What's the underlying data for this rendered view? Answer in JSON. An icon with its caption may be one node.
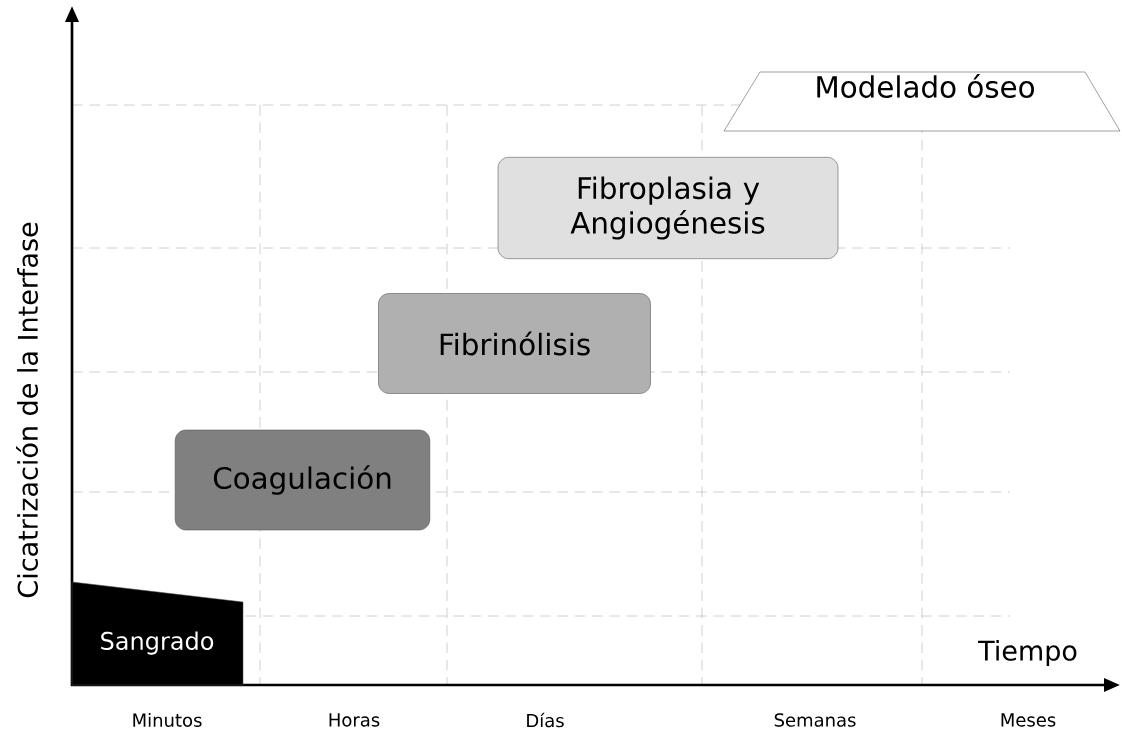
{
  "diagram": {
    "nodes": [
      {
        "text": [
          "Sangrado"
        ]
      },
      {
        "text": [
          "Coagulación"
        ]
      },
      {
        "text": [
          "Fibrinólisis"
        ]
      },
      {
        "text": [
          "Fibroplasia y Angiogénesis"
        ]
      },
      {
        "text": [
          "Modelado óseo"
        ]
      }
    ],
    "labels": [
      "Cicatrización de la Interfase",
      "Tiempo",
      "Minutos",
      "Horas",
      "Días",
      "Semanas",
      "Meses"
    ]
  }
}
